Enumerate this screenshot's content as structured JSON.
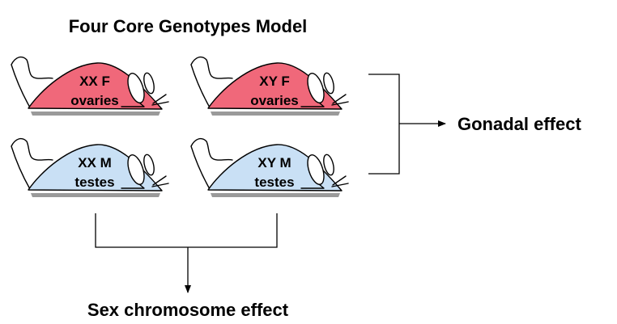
{
  "title": "Four Core Genotypes Model",
  "colors": {
    "female_body": "#f0687a",
    "male_body": "#c9e0f5",
    "lines": "#000000"
  },
  "mice": [
    {
      "id": "xx-f",
      "genotype": "XX F",
      "gonad": "ovaries",
      "body_color": "female_body"
    },
    {
      "id": "xy-f",
      "genotype": "XY F",
      "gonad": "ovaries",
      "body_color": "female_body"
    },
    {
      "id": "xx-m",
      "genotype": "XX M",
      "gonad": "testes",
      "body_color": "male_body"
    },
    {
      "id": "xy-m",
      "genotype": "XY M",
      "gonad": "testes",
      "body_color": "male_body"
    }
  ],
  "effects": {
    "gonadal": "Gonadal effect",
    "sex_chromosome": "Sex chromosome effect"
  }
}
